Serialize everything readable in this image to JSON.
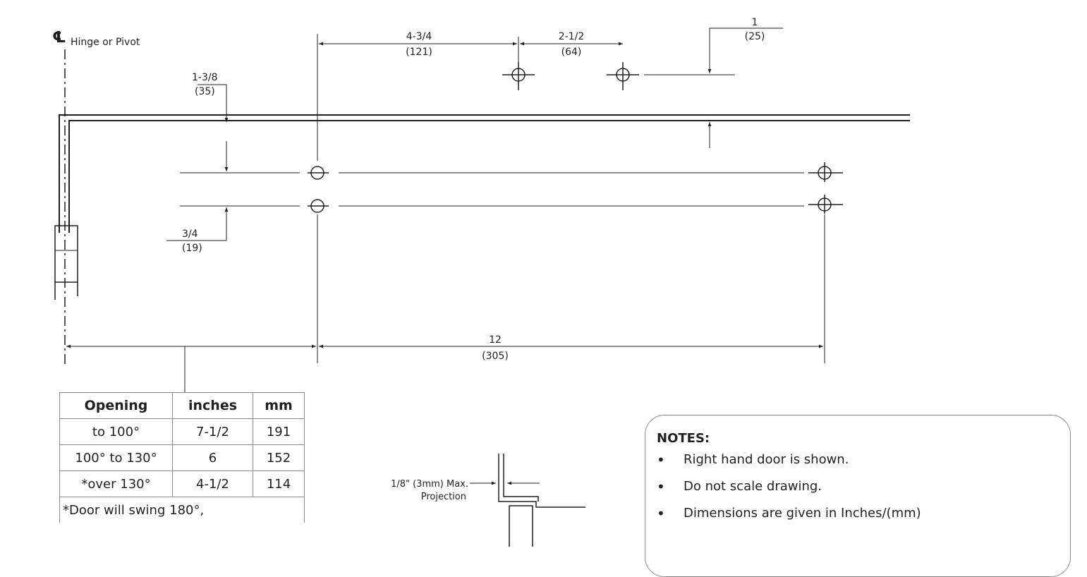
{
  "labels": {
    "cl_symbol": "℄",
    "hinge": "Hinge or Pivot",
    "dim_4_3_4": "4-3/4",
    "dim_121": "(121)",
    "dim_2_1_2": "2-1/2",
    "dim_64": "(64)",
    "dim_1": "1",
    "dim_25": "(25)",
    "dim_1_3_8": "1-3/8",
    "dim_35": "(35)",
    "dim_3_4": "3/4",
    "dim_19": "(19)",
    "dim_12": "12",
    "dim_305": "(305)",
    "projection_line1": "1/8\" (3mm) Max.",
    "projection_line2": "Projection"
  },
  "table": {
    "headers": [
      "Opening",
      "inches",
      "mm"
    ],
    "rows": [
      [
        "to 100°",
        "7-1/2",
        "191"
      ],
      [
        "100° to 130°",
        "6",
        "152"
      ],
      [
        "*over 130°",
        "4-1/2",
        "114"
      ]
    ],
    "footnote": "*Door will swing 180°,"
  },
  "notes": {
    "title": "NOTES:",
    "items": [
      "Right hand door is shown.",
      "Do not scale drawing.",
      "Dimensions are given in Inches/(mm)"
    ]
  }
}
